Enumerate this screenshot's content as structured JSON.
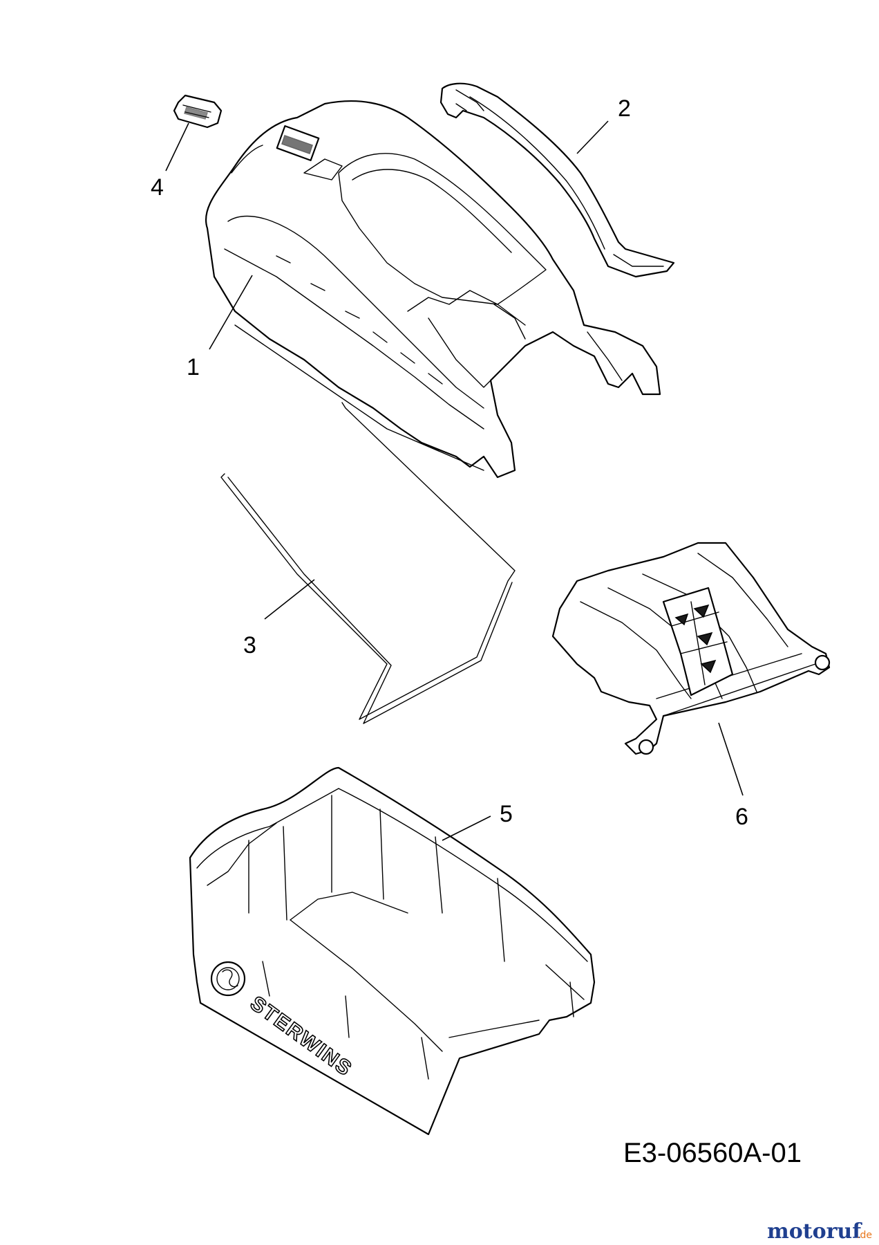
{
  "callouts": [
    "1",
    "2",
    "3",
    "4",
    "5",
    "6"
  ],
  "drawing_number": "E3-06560A-01",
  "brand_label": "STERWINS",
  "watermark": {
    "main": "motoruf",
    "suffix": ".de"
  },
  "colors": {
    "line": "#000000",
    "background": "#ffffff",
    "watermark_blue": "#1f3f8f",
    "watermark_orange": "#e8761c"
  }
}
